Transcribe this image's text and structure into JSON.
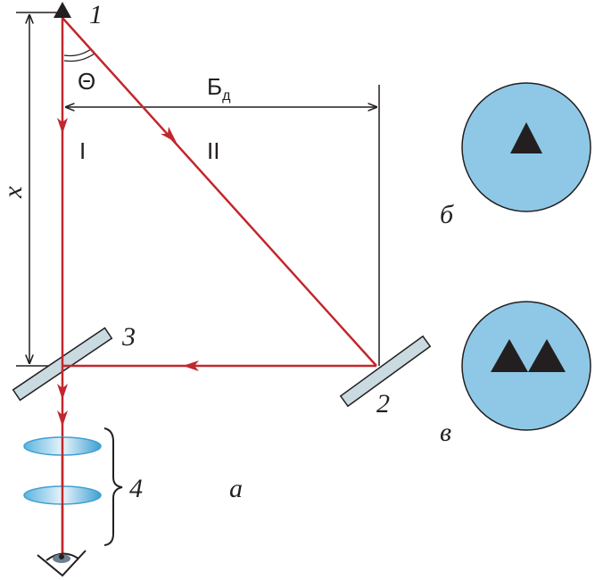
{
  "labels": {
    "source": "1",
    "mirror2": "2",
    "mirror3": "3",
    "lenses": "4",
    "panel_a": "а",
    "panel_b": "б",
    "panel_v": "в",
    "angle": "Θ",
    "ray1": "I",
    "ray2": "II",
    "base": "Б",
    "base_sub": "д",
    "distance": "x"
  },
  "colors": {
    "ray": "#c1272d",
    "field": "#8ec8e6",
    "mirror": "#c9dbe1",
    "lens": "#5bb4e0"
  }
}
